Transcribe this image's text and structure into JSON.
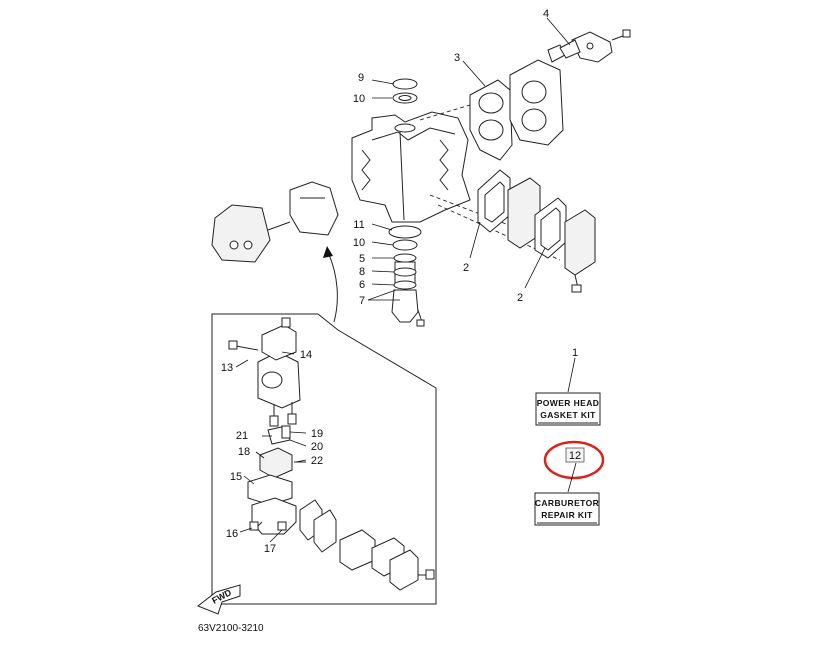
{
  "diagram": {
    "callouts": {
      "c1": "1",
      "c2a": "2",
      "c2b": "2",
      "c3": "3",
      "c4": "4",
      "c5": "5",
      "c6": "6",
      "c7": "7",
      "c8": "8",
      "c9": "9",
      "c10a": "10",
      "c10b": "10",
      "c11": "11",
      "c12": "12",
      "c13": "13",
      "c14": "14",
      "c15": "15",
      "c16": "16",
      "c17": "17",
      "c18": "18",
      "c19": "19",
      "c20": "20",
      "c21": "21",
      "c22": "22"
    },
    "kits": {
      "power_head_line1": "POWER HEAD",
      "power_head_line2": "GASKET KIT",
      "carburetor_line1": "CARBURETOR",
      "carburetor_line2": "REPAIR KIT"
    },
    "fwd_label": "FWD",
    "part_code": "63V2100-3210",
    "highlight_color": "#d9231c"
  }
}
